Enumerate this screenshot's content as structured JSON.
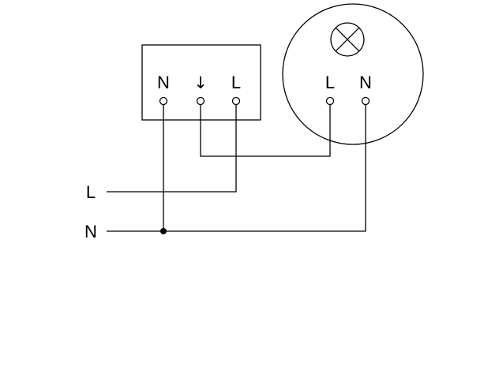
{
  "diagram": {
    "device_box": {
      "terminals": [
        {
          "label": "N"
        },
        {
          "label": "↓"
        },
        {
          "label": "L"
        }
      ]
    },
    "lamp": {
      "icon": "crossed-circle-lamp-symbol",
      "terminals": [
        {
          "label": "L"
        },
        {
          "label": "N"
        }
      ]
    },
    "supply": {
      "live_label": "L",
      "neutral_label": "N"
    },
    "colors": {
      "line": "#000000",
      "background": "#ffffff"
    }
  }
}
